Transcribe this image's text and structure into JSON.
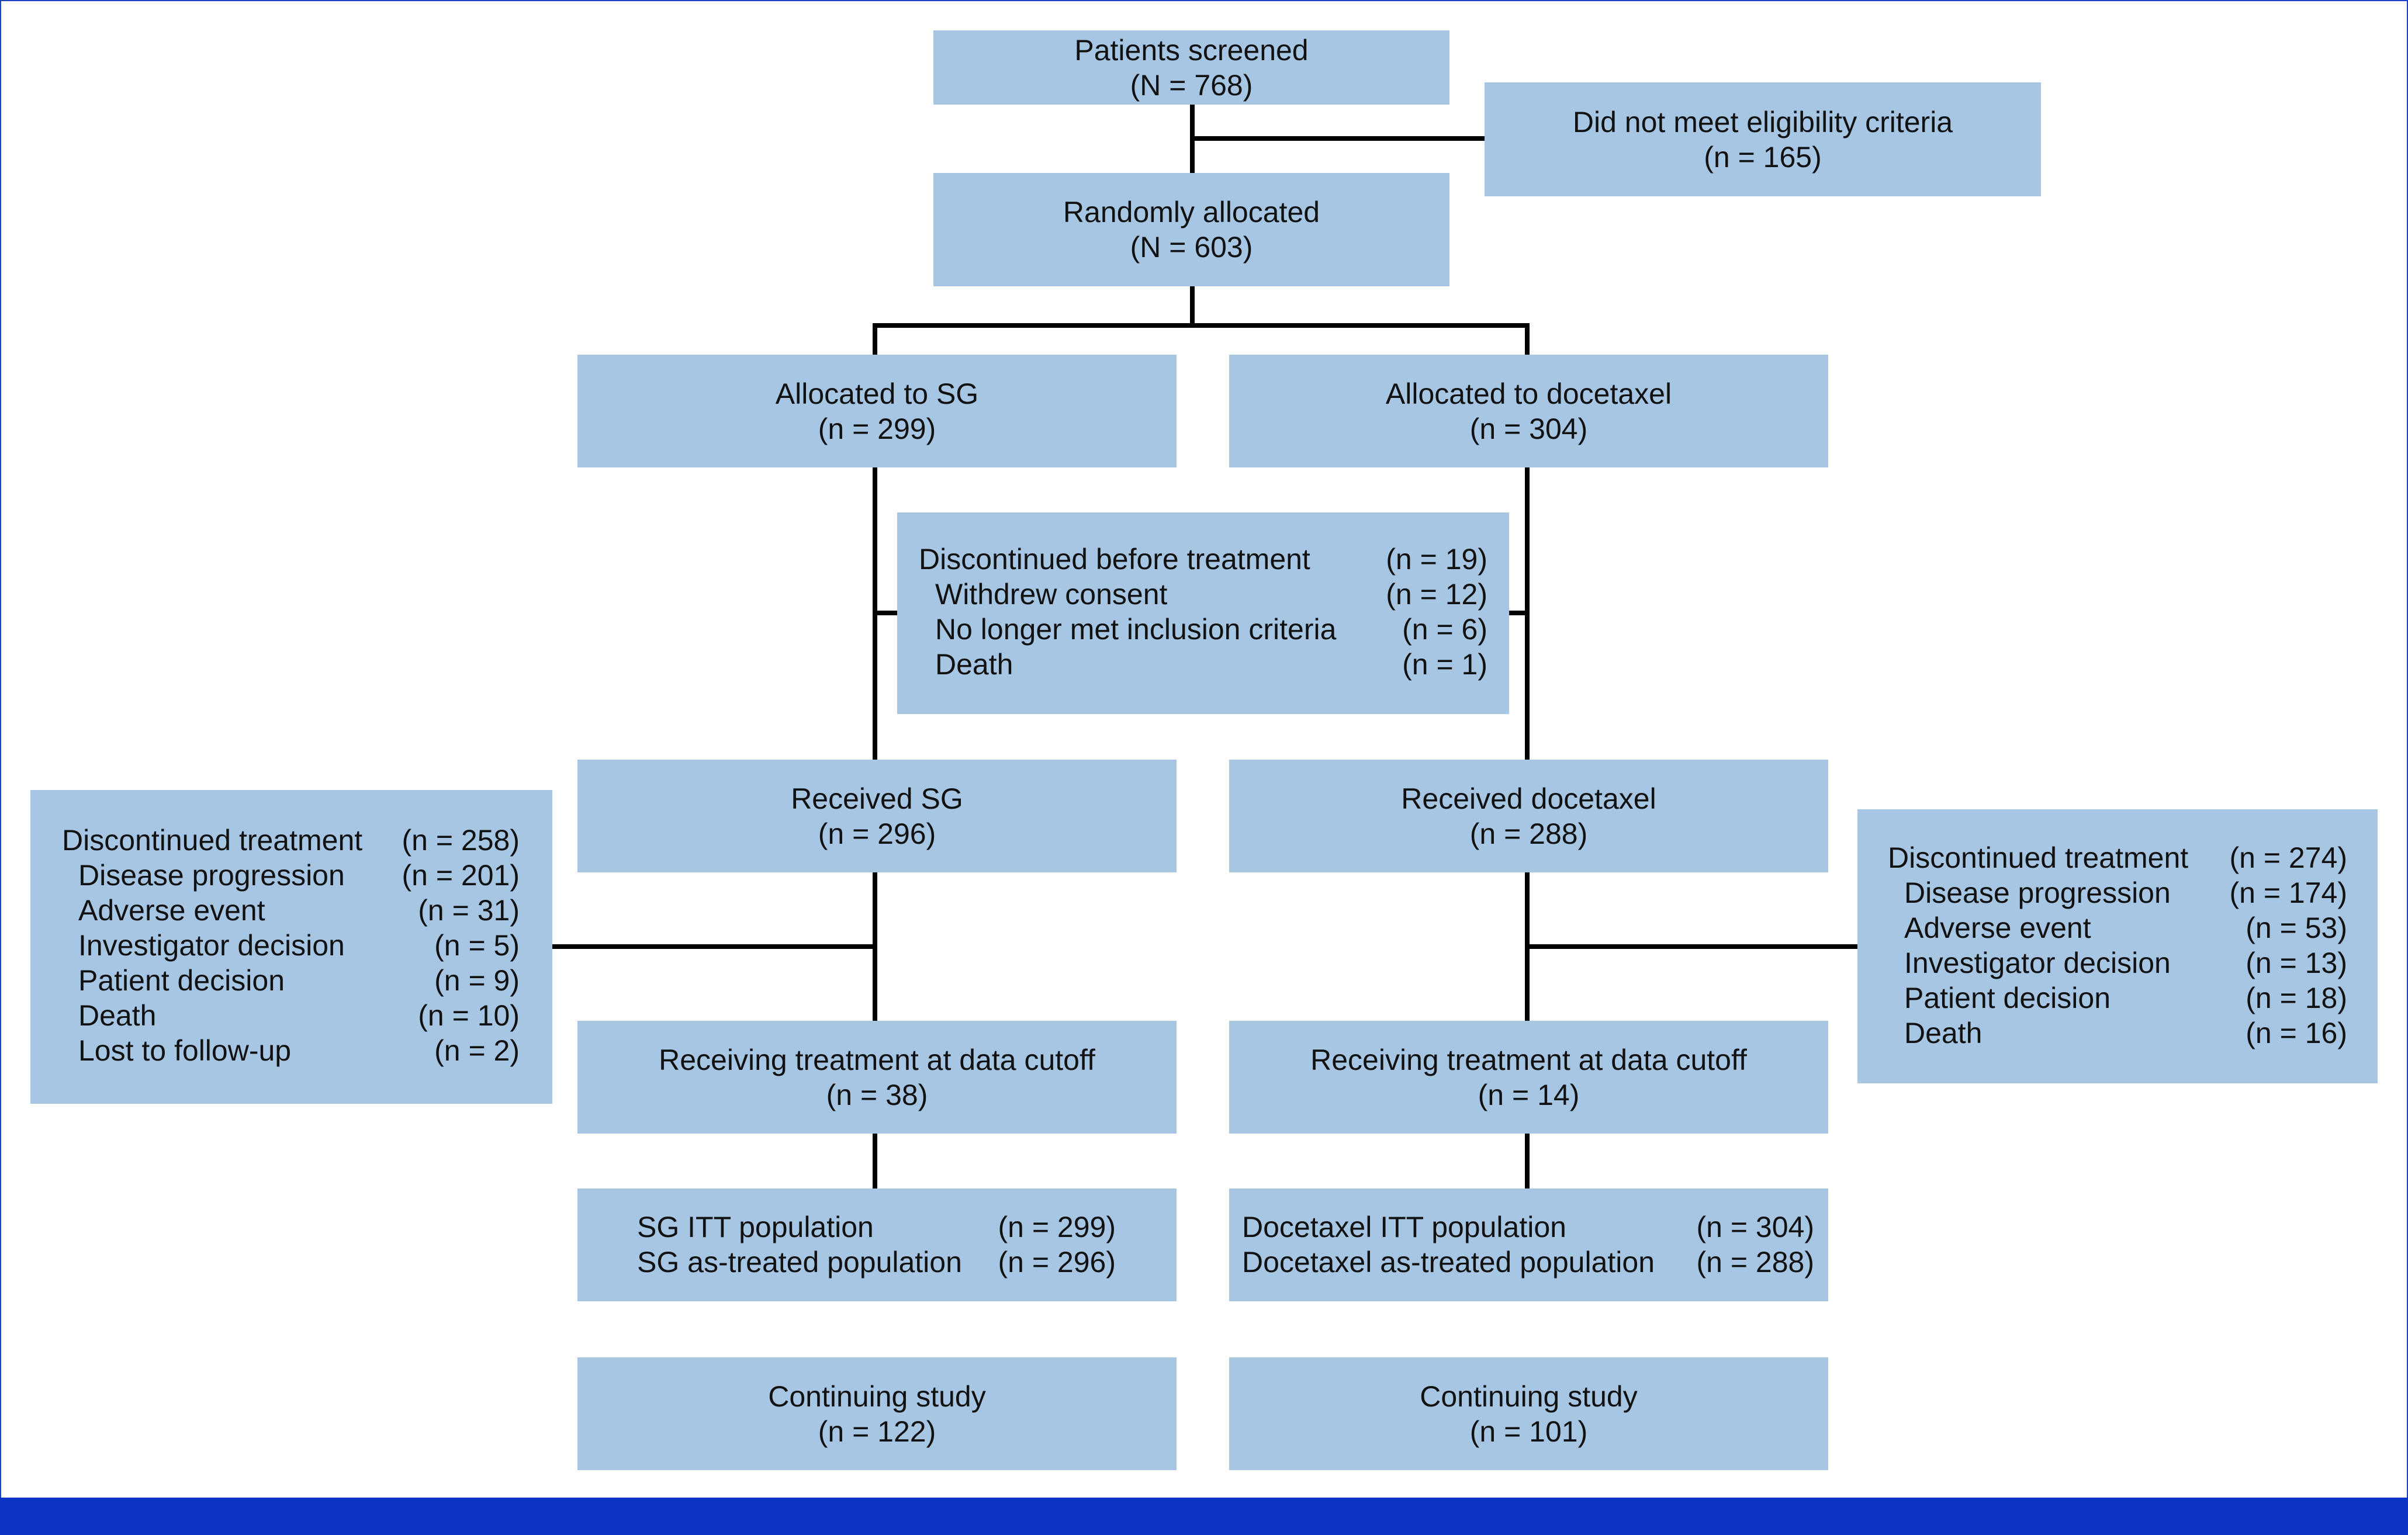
{
  "nodes": {
    "screened": {
      "title": "Patients screened",
      "count": "(N = 768)"
    },
    "not_eligible": {
      "title": "Did not meet eligibility criteria",
      "count": "(n = 165)"
    },
    "randomized": {
      "title": "Randomly allocated",
      "count": "(N = 603)"
    },
    "alloc_sg": {
      "title": "Allocated to SG",
      "count": "(n = 299)"
    },
    "alloc_doc": {
      "title": "Allocated to docetaxel",
      "count": "(n = 304)"
    },
    "disc_before": {
      "rows": [
        {
          "label": "Discontinued before treatment",
          "value": "(n = 19)"
        },
        {
          "label": "Withdrew consent",
          "value": "(n = 12)"
        },
        {
          "label": "No longer met inclusion criteria",
          "value": "(n = 6)"
        },
        {
          "label": "Death",
          "value": "(n = 1)"
        }
      ]
    },
    "received_sg": {
      "title": "Received SG",
      "count": "(n = 296)"
    },
    "received_doc": {
      "title": "Received docetaxel",
      "count": "(n = 288)"
    },
    "disc_sg": {
      "rows": [
        {
          "label": "Discontinued treatment",
          "value": "(n = 258)"
        },
        {
          "label": "Disease progression",
          "value": "(n = 201)"
        },
        {
          "label": "Adverse event",
          "value": "(n = 31)"
        },
        {
          "label": "Investigator decision",
          "value": "(n = 5)"
        },
        {
          "label": "Patient decision",
          "value": "(n = 9)"
        },
        {
          "label": "Death",
          "value": "(n = 10)"
        },
        {
          "label": "Lost to follow-up",
          "value": "(n = 2)"
        }
      ]
    },
    "disc_doc": {
      "rows": [
        {
          "label": "Discontinued treatment",
          "value": "(n = 274)"
        },
        {
          "label": "Disease progression",
          "value": "(n = 174)"
        },
        {
          "label": "Adverse event",
          "value": "(n = 53)"
        },
        {
          "label": "Investigator decision",
          "value": "(n = 13)"
        },
        {
          "label": "Patient decision",
          "value": "(n = 18)"
        },
        {
          "label": "Death",
          "value": "(n = 16)"
        }
      ]
    },
    "receiving_sg": {
      "title": "Receiving treatment at data cutoff",
      "count": "(n = 38)"
    },
    "receiving_doc": {
      "title": "Receiving treatment at data cutoff",
      "count": "(n = 14)"
    },
    "pop_sg": {
      "rows": [
        {
          "label": "SG ITT population",
          "value": "(n = 299)"
        },
        {
          "label": "SG as-treated population",
          "value": "(n = 296)"
        }
      ]
    },
    "pop_doc": {
      "rows": [
        {
          "label": "Docetaxel ITT population",
          "value": "(n = 304)"
        },
        {
          "label": "Docetaxel as-treated population",
          "value": "(n = 288)"
        }
      ]
    },
    "continuing_sg": {
      "title": "Continuing study",
      "count": "(n = 122)"
    },
    "continuing_doc": {
      "title": "Continuing study",
      "count": "(n = 101)"
    }
  },
  "colors": {
    "box_fill": "#a6c6e4",
    "connector": "#000000",
    "frame_border": "#1f3fc7",
    "bottom_bar": "#0b34c5"
  }
}
